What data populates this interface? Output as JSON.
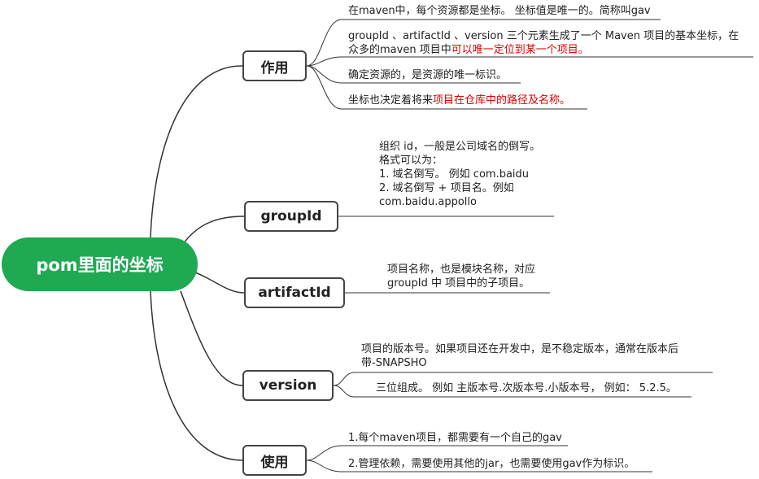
{
  "root": {
    "label": "pom里面的坐标"
  },
  "branches": {
    "zuoyong": {
      "label": "作用",
      "items": [
        "在maven中，每个资源都是坐标。 坐标值是唯一的。简称叫gav",
        {
          "line1": "groupId 、artifactId 、version 三个元素生成了一个 Maven 项目的基本坐标，在",
          "line2_plain": "众多的maven 项目中",
          "line2_red": "可以唯一定位到某一个项目。"
        },
        "确定资源的，是资源的唯一标识。",
        {
          "plain": "坐标也决定着将来",
          "red": "项目在仓库中的路径及名称。"
        }
      ]
    },
    "groupId": {
      "label": "groupId",
      "lines": [
        "组织 id，一般是公司域名的倒写。",
        "格式可以为：",
        "1. 域名倒写。 例如 com.baidu",
        "2. 域名倒写 + 项目名。例如",
        "com.baidu.appollo"
      ]
    },
    "artifactId": {
      "label": "artifactId",
      "lines": [
        "项目名称，也是模块名称，对应",
        "groupId 中 项目中的子项目。"
      ]
    },
    "version": {
      "label": "version",
      "items": [
        [
          "项目的版本号。如果项目还在开发中，是不稳定版本，通常在版本后",
          "带-SNAPSHO"
        ],
        "三位组成。 例如 主版本号.次版本号.小版本号，  例如： 5.2.5。"
      ]
    },
    "shiyong": {
      "label": "使用",
      "items": [
        "1.每个maven项目，都需要有一个自己的gav",
        "2.管理依赖，需要使用其他的jar，也需要使用gav作为标识。"
      ]
    }
  },
  "colors": {
    "root_fill": "#1fa953",
    "accent_red": "#e00000",
    "line": "#333333"
  }
}
